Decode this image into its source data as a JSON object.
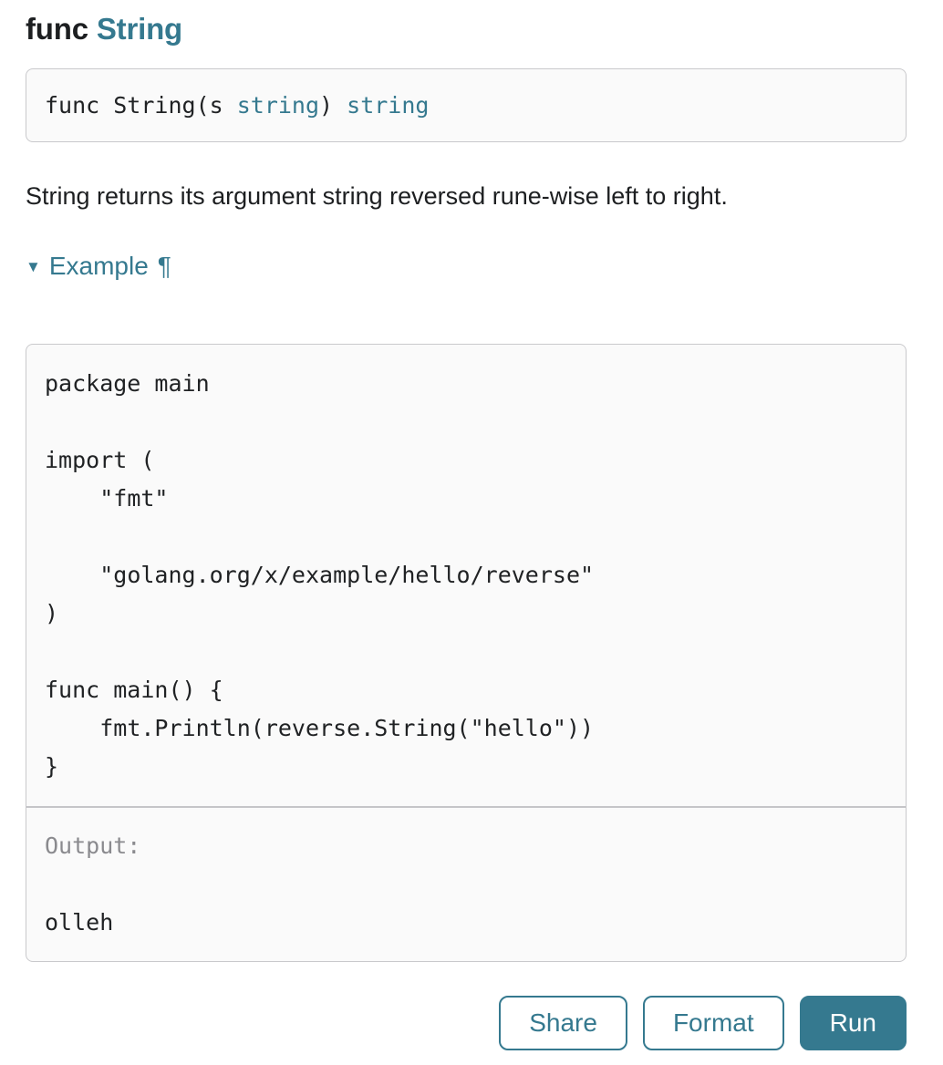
{
  "heading": {
    "keyword": "func",
    "name": "String"
  },
  "signature": {
    "part1": "func String(s ",
    "param_type": "string",
    "part2": ") ",
    "return_type": "string"
  },
  "description": "String returns its argument string reversed rune-wise left to right.",
  "example": {
    "collapse_icon": "▼",
    "label": "Example",
    "permalink_icon": "¶"
  },
  "editor": {
    "code_lines": [
      "package main",
      "",
      "import (",
      "\t\"fmt\"",
      "",
      "\t\"golang.org/x/example/hello/reverse\"",
      ")",
      "",
      "func main() {",
      "\tfmt.Println(reverse.String(\"hello\"))",
      "}"
    ]
  },
  "output": {
    "label": "Output:",
    "blank": "",
    "value": "olleh"
  },
  "buttons": {
    "share_label": "Share",
    "format_label": "Format",
    "run_label": "Run"
  },
  "colors": {
    "accent_teal": "#35798f",
    "box_background": "#fafafa",
    "box_border": "#c9c9cc",
    "code_text": "#202224",
    "output_label_gray": "#8a8a8e"
  }
}
